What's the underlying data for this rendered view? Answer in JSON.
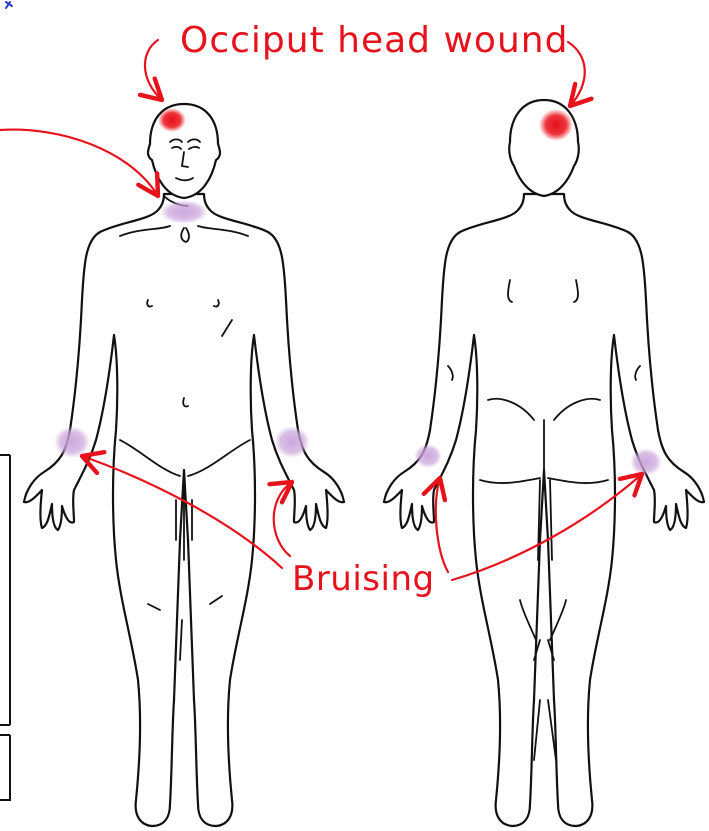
{
  "annotations": {
    "head_label": "Occiput head wound",
    "bruise_label": "Bruising"
  },
  "colors": {
    "annotation": "#e6121c",
    "wound": "#e8101a",
    "bruise": "#c9a3db",
    "outline": "#111111",
    "background": "#ffffff"
  },
  "views": [
    "front-view",
    "back-view"
  ]
}
